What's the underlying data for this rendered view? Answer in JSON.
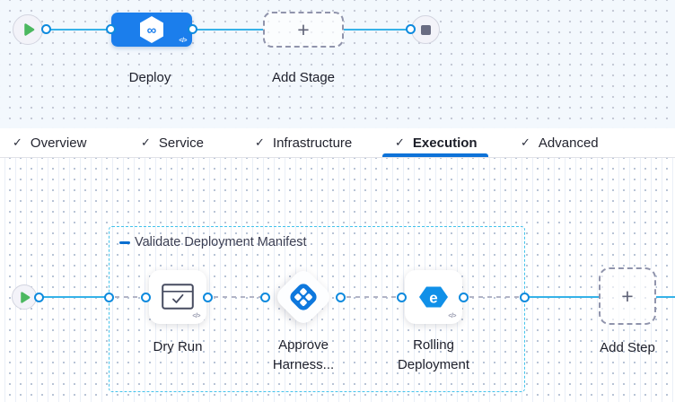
{
  "glyphs": {
    "code": "</>",
    "plus": "+",
    "check": "✓",
    "infinity": "∞",
    "rolling_e": "e"
  },
  "stage_canvas": {
    "deploy": {
      "label": "Deploy"
    },
    "add_stage": {
      "label": "Add Stage"
    }
  },
  "tabs": [
    {
      "label": "Overview"
    },
    {
      "label": "Service"
    },
    {
      "label": "Infrastructure"
    },
    {
      "label": "Execution",
      "active": true
    },
    {
      "label": "Advanced"
    }
  ],
  "execution_canvas": {
    "group": {
      "label": "Validate Deployment Manifest"
    },
    "steps": [
      {
        "label": "Dry Run"
      },
      {
        "label": "Approve Harness..."
      },
      {
        "label": "Rolling Deployment"
      }
    ],
    "add_step": {
      "label": "Add Step"
    }
  },
  "colors": {
    "stage_blue": "#1b7eec",
    "flow_line_blue": "#35b2e8",
    "connector_ring_blue": "#0d8ade",
    "group_border_cyan": "#44c3ec",
    "tab_underline_blue": "#0d72d8",
    "play_green": "#4cb860",
    "approve_icon_blue": "#0e78dd",
    "rolling_icon_blue": "#1090e8"
  }
}
